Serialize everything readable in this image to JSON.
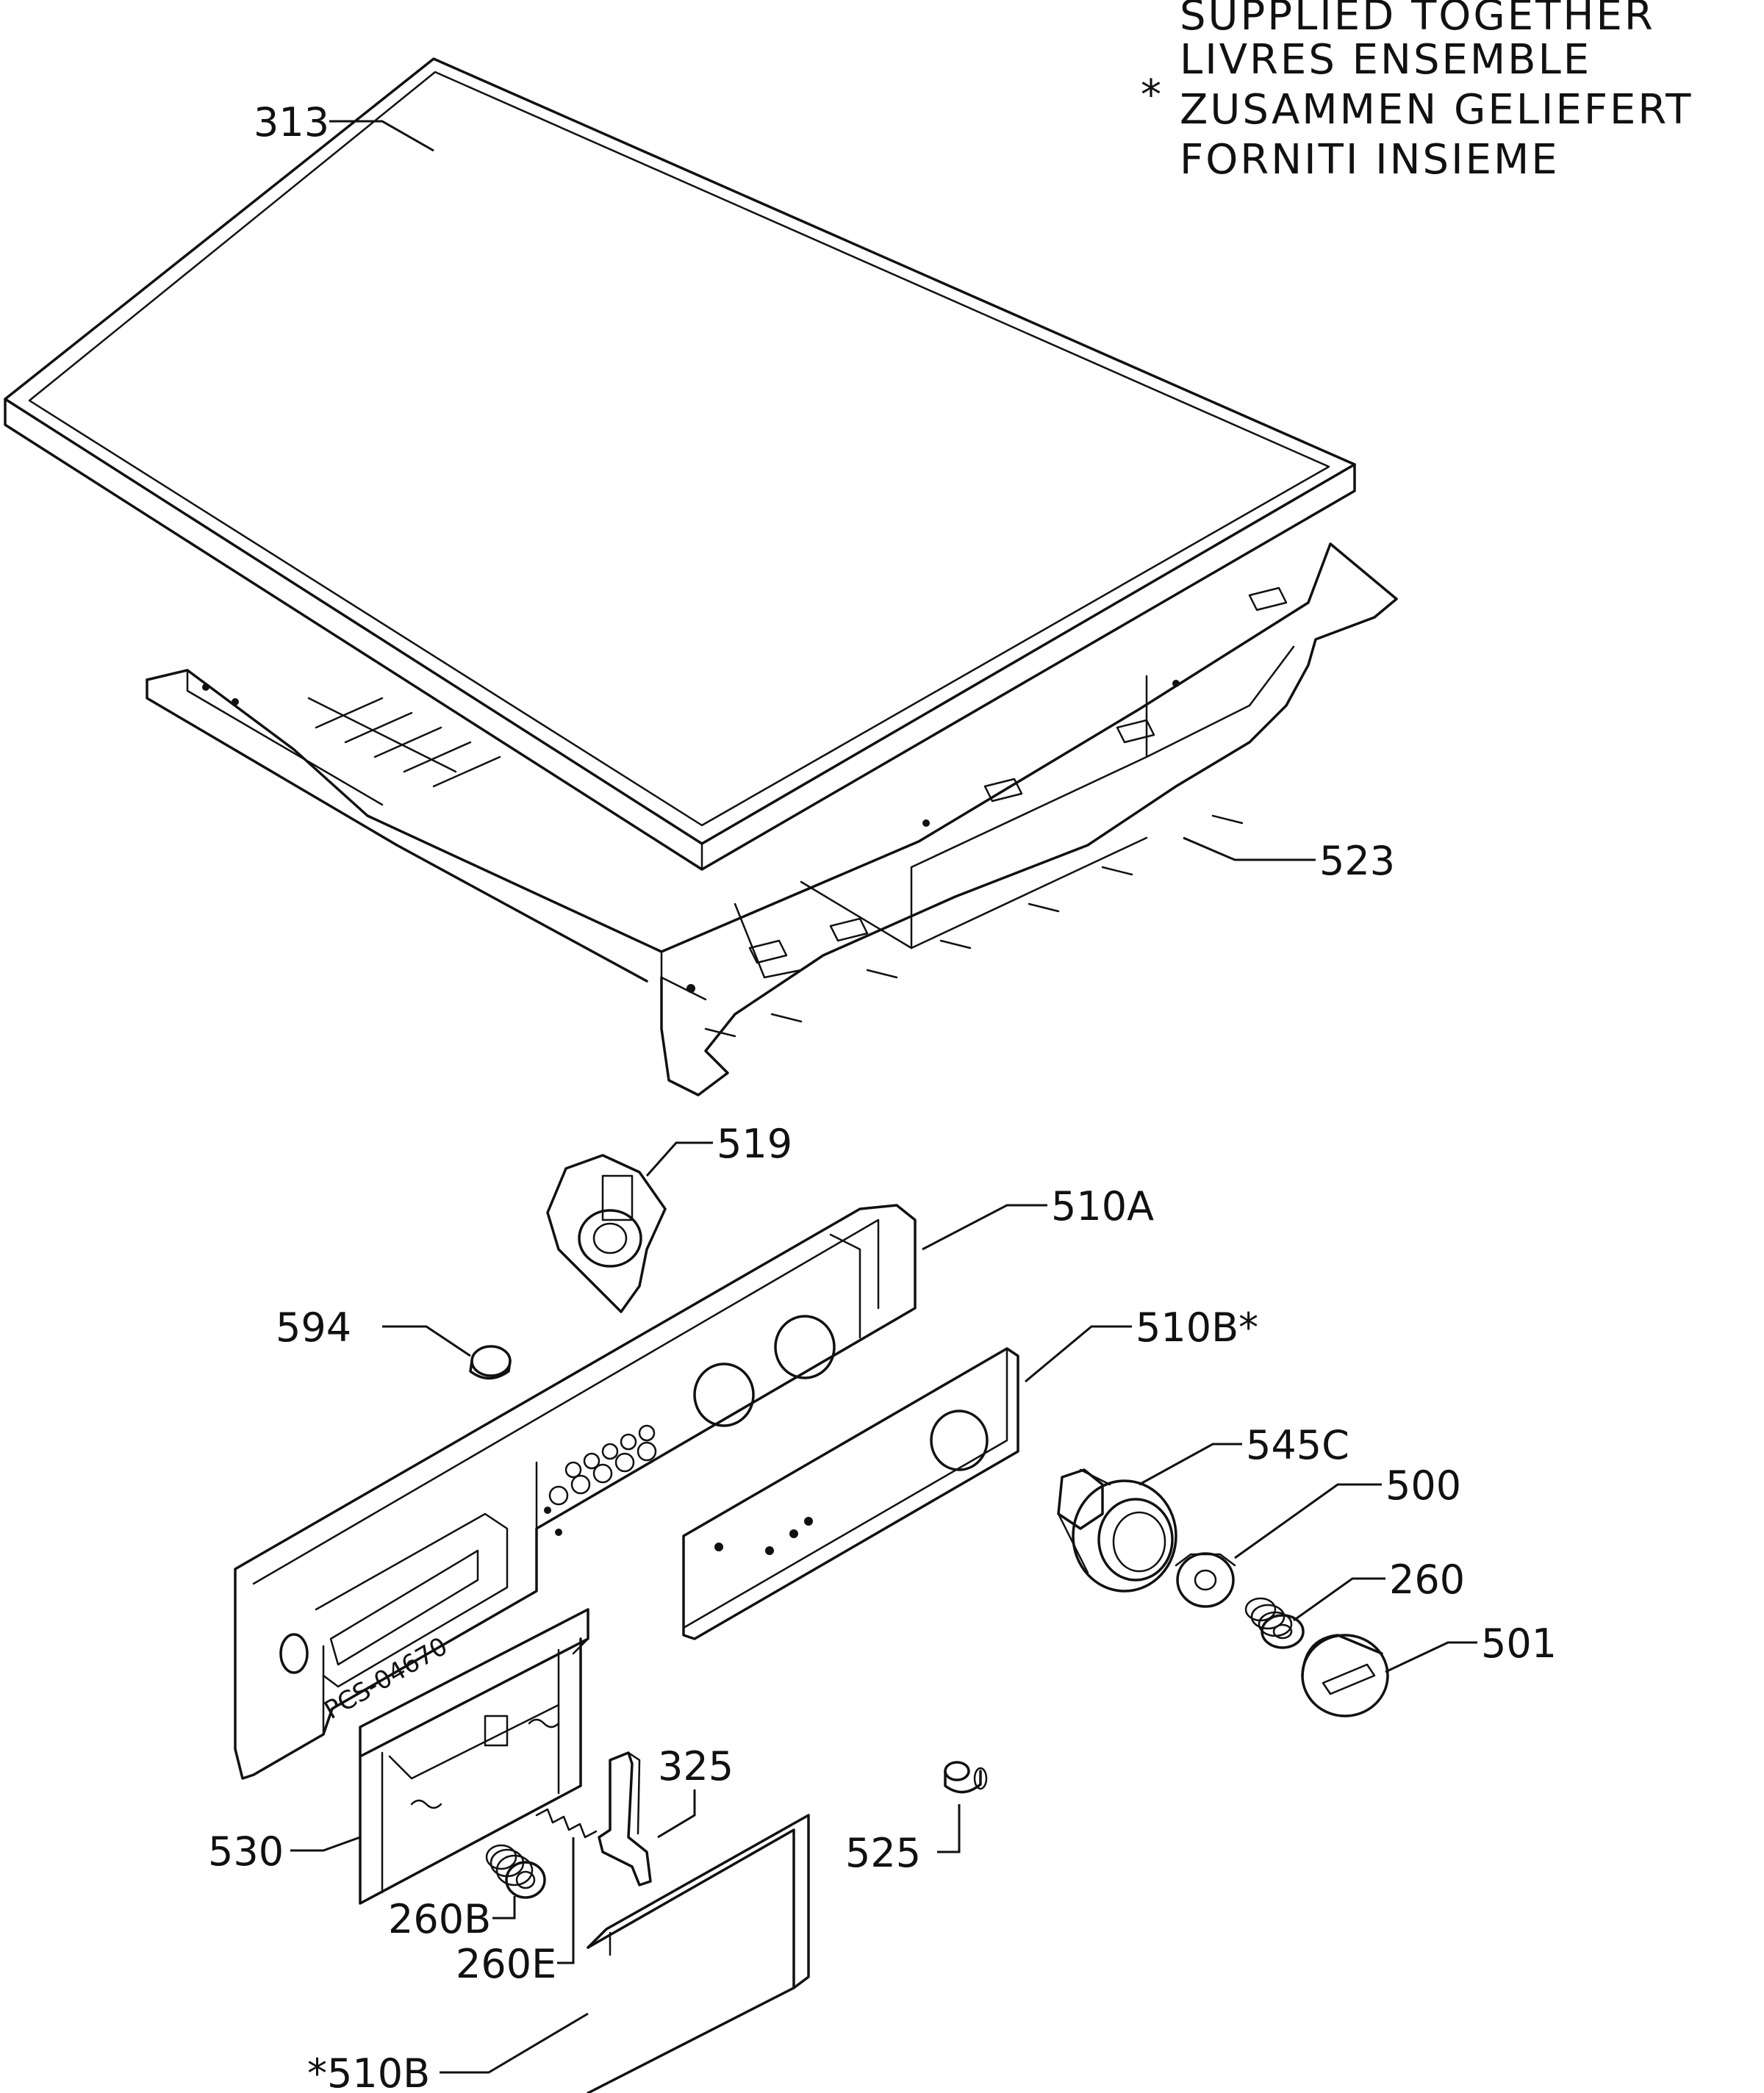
{
  "legend": {
    "marker": "*",
    "lines": [
      "SUPPLIED TOGETHER",
      "LIVRES ENSEMBLE",
      "ZUSAMMEN GELIEFERT",
      "FORNITI INSIEME"
    ]
  },
  "callouts": {
    "p313": "313",
    "p523": "523",
    "p519": "519",
    "p510A": "510A",
    "p594": "594",
    "p510B_star_right": "510B*",
    "p545C": "545C",
    "p500": "500",
    "p260": "260",
    "p501": "501",
    "p325": "325",
    "p530": "530",
    "p525": "525",
    "p260B": "260B",
    "p260E": "260E",
    "p510B_star_left": "*510B"
  },
  "stamp": "PCS-04670"
}
